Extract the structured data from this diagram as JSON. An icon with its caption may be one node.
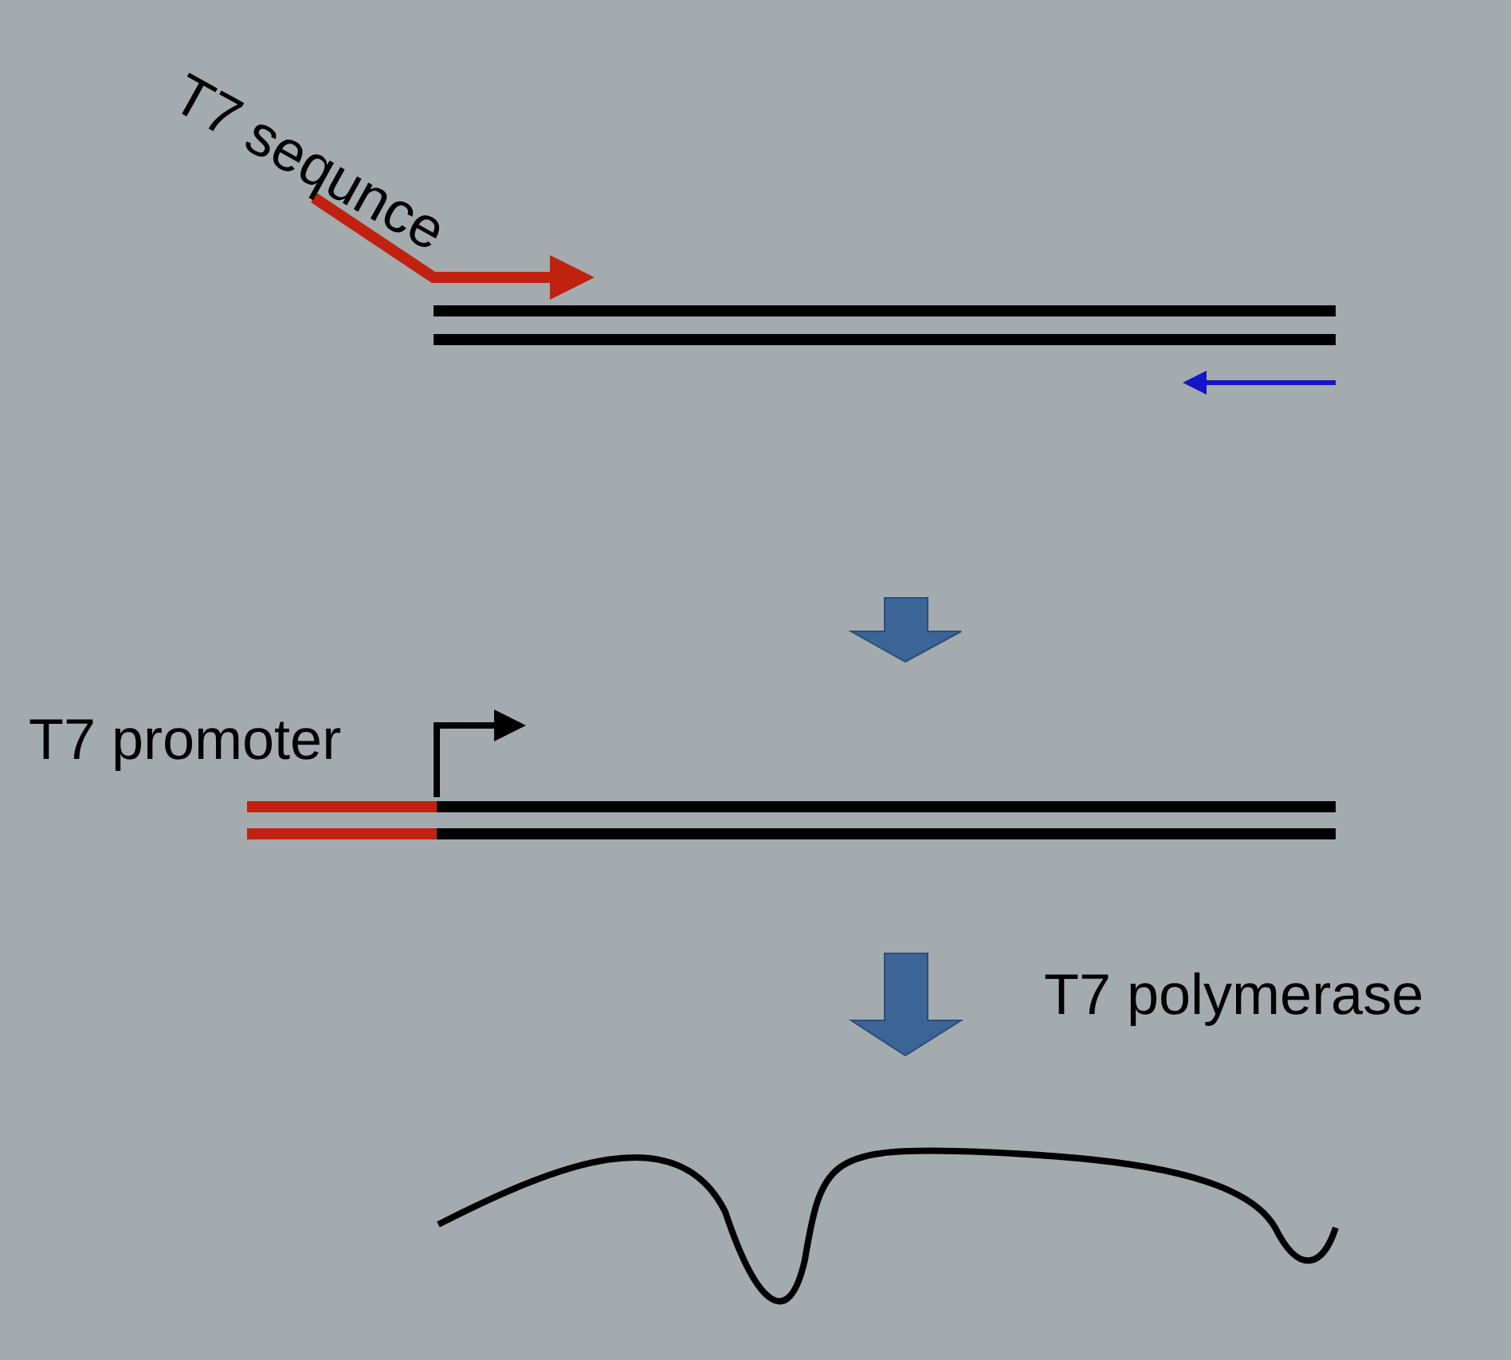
{
  "diagram": {
    "labels": [
      "T7 sequnce",
      "T7 promoter",
      "T7 polymerase"
    ]
  }
}
